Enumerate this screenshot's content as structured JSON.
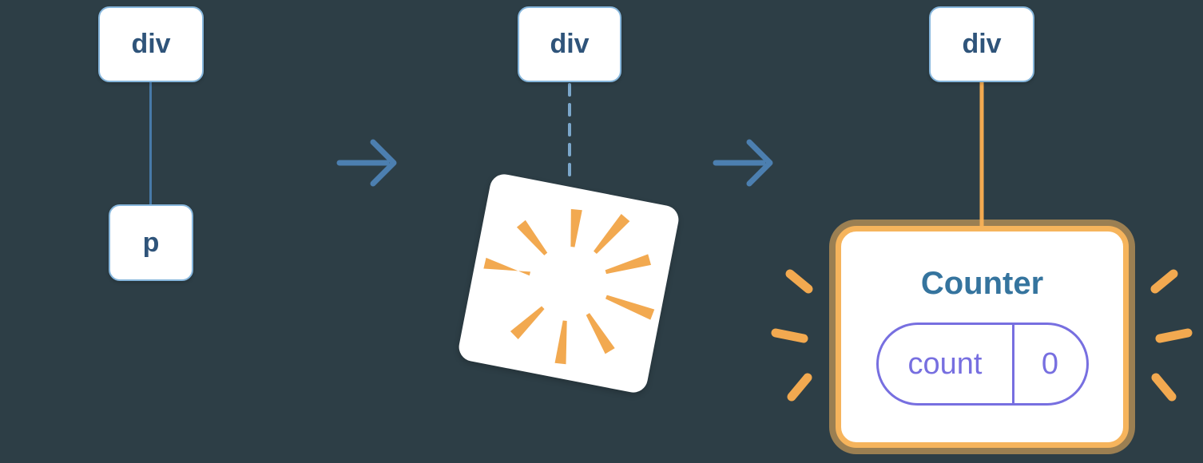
{
  "diagram": {
    "stages": {
      "before": {
        "parent_tag": "div",
        "child_tag": "p"
      },
      "removing": {
        "parent_tag": "div"
      },
      "after": {
        "parent_tag": "div",
        "component": {
          "title": "Counter",
          "state_key": "count",
          "state_value": "0"
        }
      }
    }
  },
  "colors": {
    "background": "#2d3e46",
    "node_background": "#ffffff",
    "node_border": "#86b6dc",
    "node_text": "#2f547a",
    "tree_line": "#4779a8",
    "dashed_line": "#7ba7cb",
    "arrow": "#4c7fb0",
    "orange_accent": "#f2a950",
    "counter_border": "#f6b45c",
    "counter_halo": "rgba(246,180,92,0.55)",
    "counter_title": "#35749e",
    "pill_accent": "#776fe0"
  },
  "icons": {
    "arrow_right": "arrow-right-icon",
    "poof_burst": "poof-burst-icon",
    "sparkles": "emphasis-sparkles-icon"
  }
}
